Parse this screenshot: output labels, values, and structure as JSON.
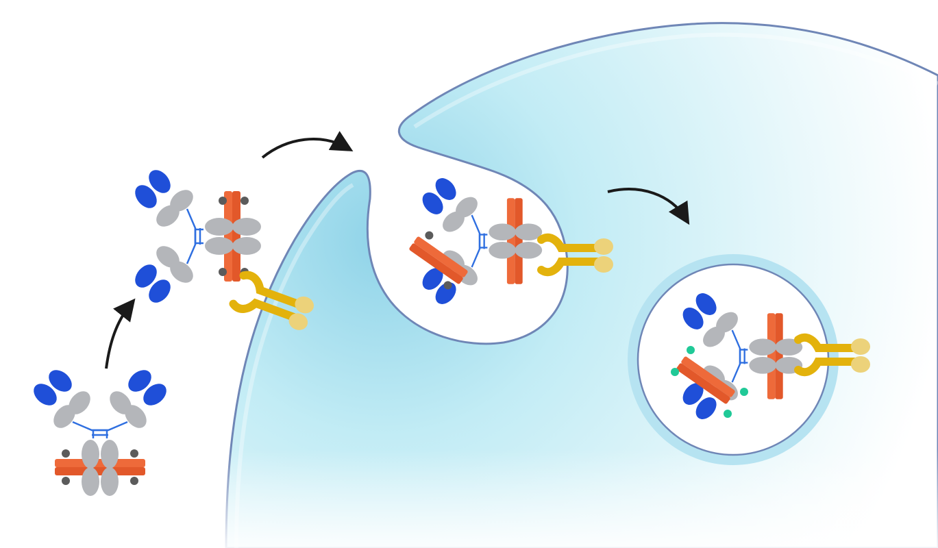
{
  "diagram": {
    "kind": "antibody-receptor-internalization",
    "stages": [
      {
        "id": "free-antibody",
        "payload_dot_color": "#5b5b5b"
      },
      {
        "id": "receptor-bound",
        "payload_dot_color": "#5b5b5b"
      },
      {
        "id": "endocytic-pit",
        "payload_dot_color": "#5b5b5b"
      },
      {
        "id": "internalized-vesicle",
        "payload_dot_color": "#20c997"
      }
    ],
    "colors": {
      "fab_variable": "#1f4fd8",
      "constant_domain": "#b4b6ba",
      "hinge": "#2f6fe0",
      "fc_bar": "#ee6a3a",
      "receptor": "#e3b20c",
      "receptor_cap": "#ecd27a",
      "arrow": "#1a1a1a",
      "cell_fill": "#bfe9f3",
      "membrane": "#6f86b6"
    },
    "icons": [
      "antibody-icon",
      "receptor-icon",
      "arrow-icon",
      "vesicle-icon",
      "cell-icon"
    ]
  }
}
